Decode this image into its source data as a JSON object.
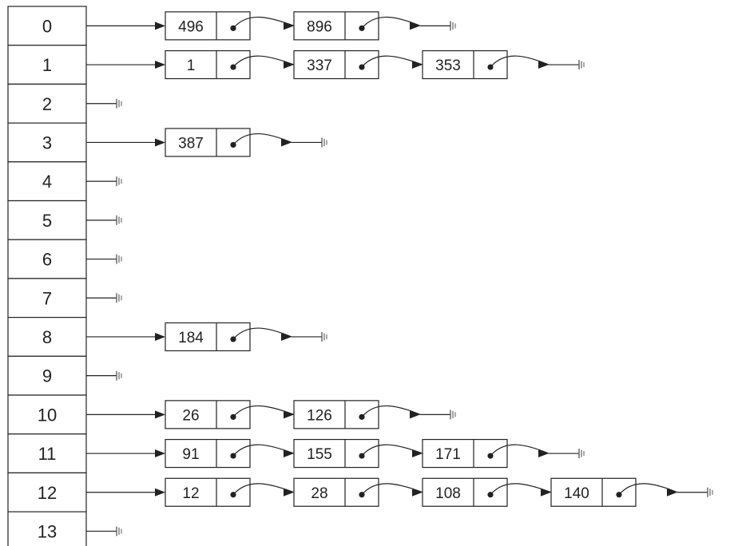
{
  "hash_table": {
    "buckets": [
      {
        "index": "0",
        "chain": [
          "496",
          "896"
        ]
      },
      {
        "index": "1",
        "chain": [
          "1",
          "337",
          "353"
        ]
      },
      {
        "index": "2",
        "chain": []
      },
      {
        "index": "3",
        "chain": [
          "387"
        ]
      },
      {
        "index": "4",
        "chain": []
      },
      {
        "index": "5",
        "chain": []
      },
      {
        "index": "6",
        "chain": []
      },
      {
        "index": "7",
        "chain": []
      },
      {
        "index": "8",
        "chain": [
          "184"
        ]
      },
      {
        "index": "9",
        "chain": []
      },
      {
        "index": "10",
        "chain": [
          "26",
          "126"
        ]
      },
      {
        "index": "11",
        "chain": [
          "91",
          "155",
          "171"
        ]
      },
      {
        "index": "12",
        "chain": [
          "12",
          "28",
          "108",
          "140"
        ]
      },
      {
        "index": "13",
        "chain": []
      }
    ]
  },
  "colors": {
    "stroke": "#222222",
    "box_fill": "#ffffff",
    "ground": "#555555"
  }
}
